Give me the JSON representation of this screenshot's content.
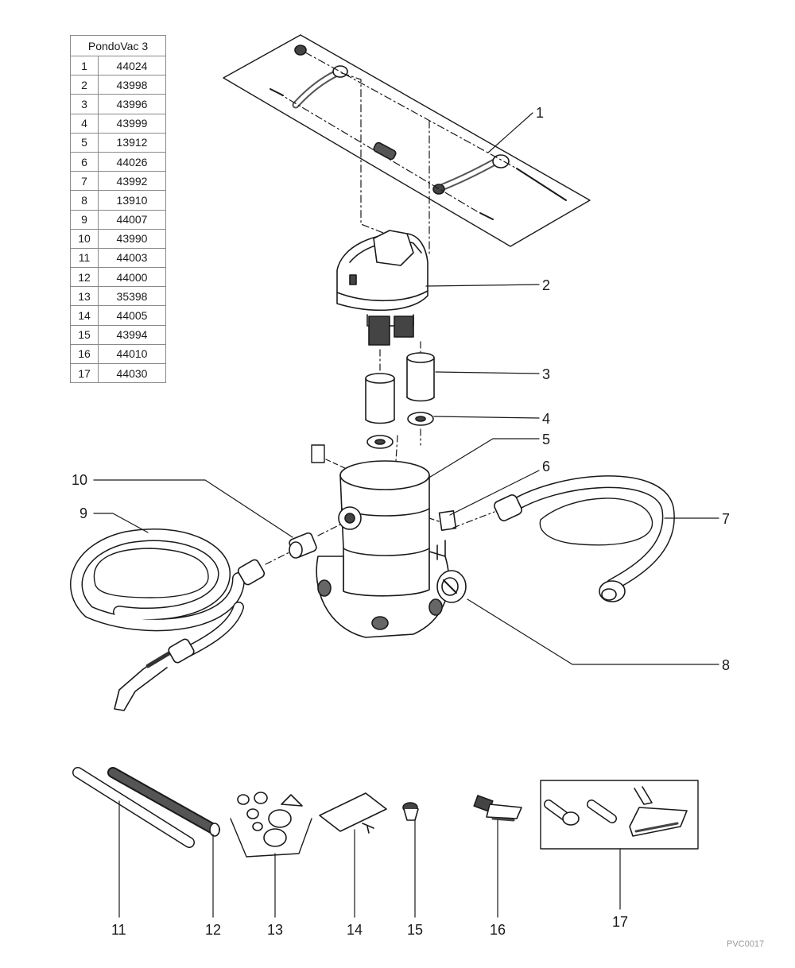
{
  "table": {
    "header": "PondoVac 3",
    "rows": [
      {
        "num": "1",
        "code": "44024"
      },
      {
        "num": "2",
        "code": "43998"
      },
      {
        "num": "3",
        "code": "43996"
      },
      {
        "num": "4",
        "code": "43999"
      },
      {
        "num": "5",
        "code": "13912"
      },
      {
        "num": "6",
        "code": "44026"
      },
      {
        "num": "7",
        "code": "43992"
      },
      {
        "num": "8",
        "code": "13910"
      },
      {
        "num": "9",
        "code": "44007"
      },
      {
        "num": "10",
        "code": "43990"
      },
      {
        "num": "11",
        "code": "44003"
      },
      {
        "num": "12",
        "code": "44000"
      },
      {
        "num": "13",
        "code": "35398"
      },
      {
        "num": "14",
        "code": "44005"
      },
      {
        "num": "15",
        "code": "43994"
      },
      {
        "num": "16",
        "code": "44010"
      },
      {
        "num": "17",
        "code": "44030"
      }
    ]
  },
  "callouts": {
    "c1": "1",
    "c2": "2",
    "c3": "3",
    "c4": "4",
    "c5": "5",
    "c6": "6",
    "c7": "7",
    "c8": "8",
    "c9": "9",
    "c10": "10",
    "c11": "11",
    "c12": "12",
    "c13": "13",
    "c14": "14",
    "c15": "15",
    "c16": "16",
    "c17": "17"
  },
  "doc_code": "PVC0017",
  "colors": {
    "line": "#1a1a1a",
    "part_fill": "#ffffff",
    "part_dark": "#4a4a4a",
    "table_border": "#8a8a8a"
  }
}
